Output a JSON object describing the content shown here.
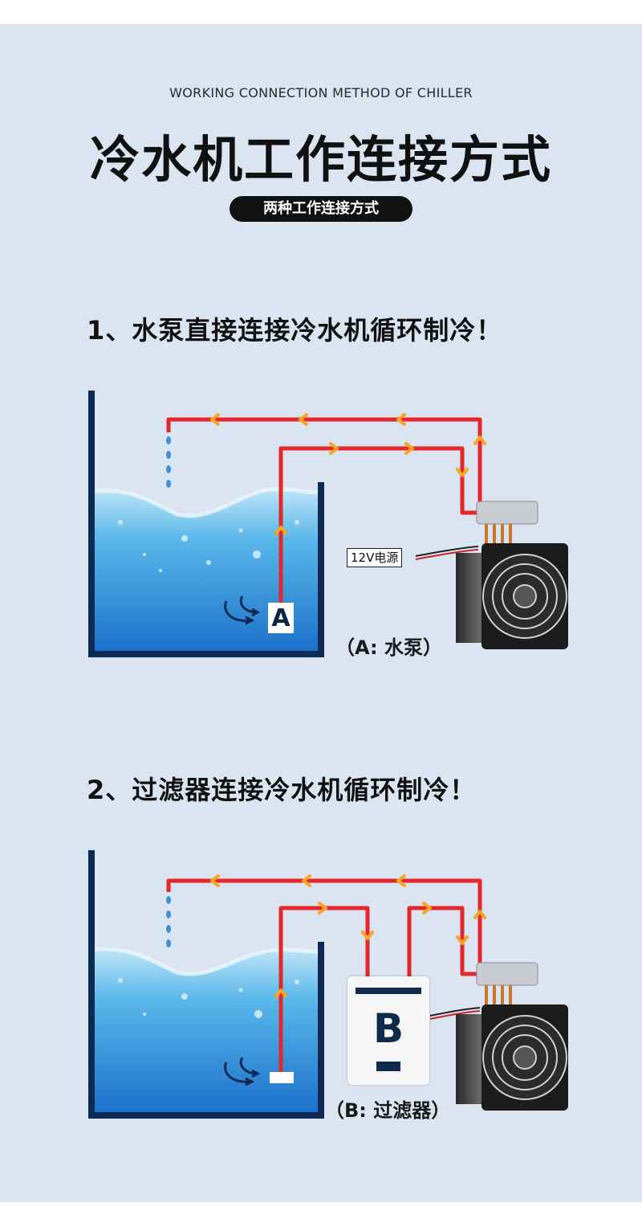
{
  "header": {
    "subtitle_en": "WORKING CONNECTION METHOD OF CHILLER",
    "title_cn": "冷水机工作连接方式",
    "pill": "两种工作连接方式"
  },
  "section1": {
    "heading": "1、水泵直接连接冷水机循环制冷！",
    "voltage_label": "12V电源",
    "pump_letter": "A",
    "caption": "（A: 水泵）"
  },
  "section2": {
    "heading": "2、过滤器连接冷水机循环制冷！",
    "filter_letter": "B",
    "caption": "（B: 过滤器）"
  },
  "colors": {
    "background": "#dbe4f1",
    "pipe": "#e5262a",
    "arrow": "#f6a623",
    "tank": "#0d2a55",
    "water": "#3b9be0"
  }
}
